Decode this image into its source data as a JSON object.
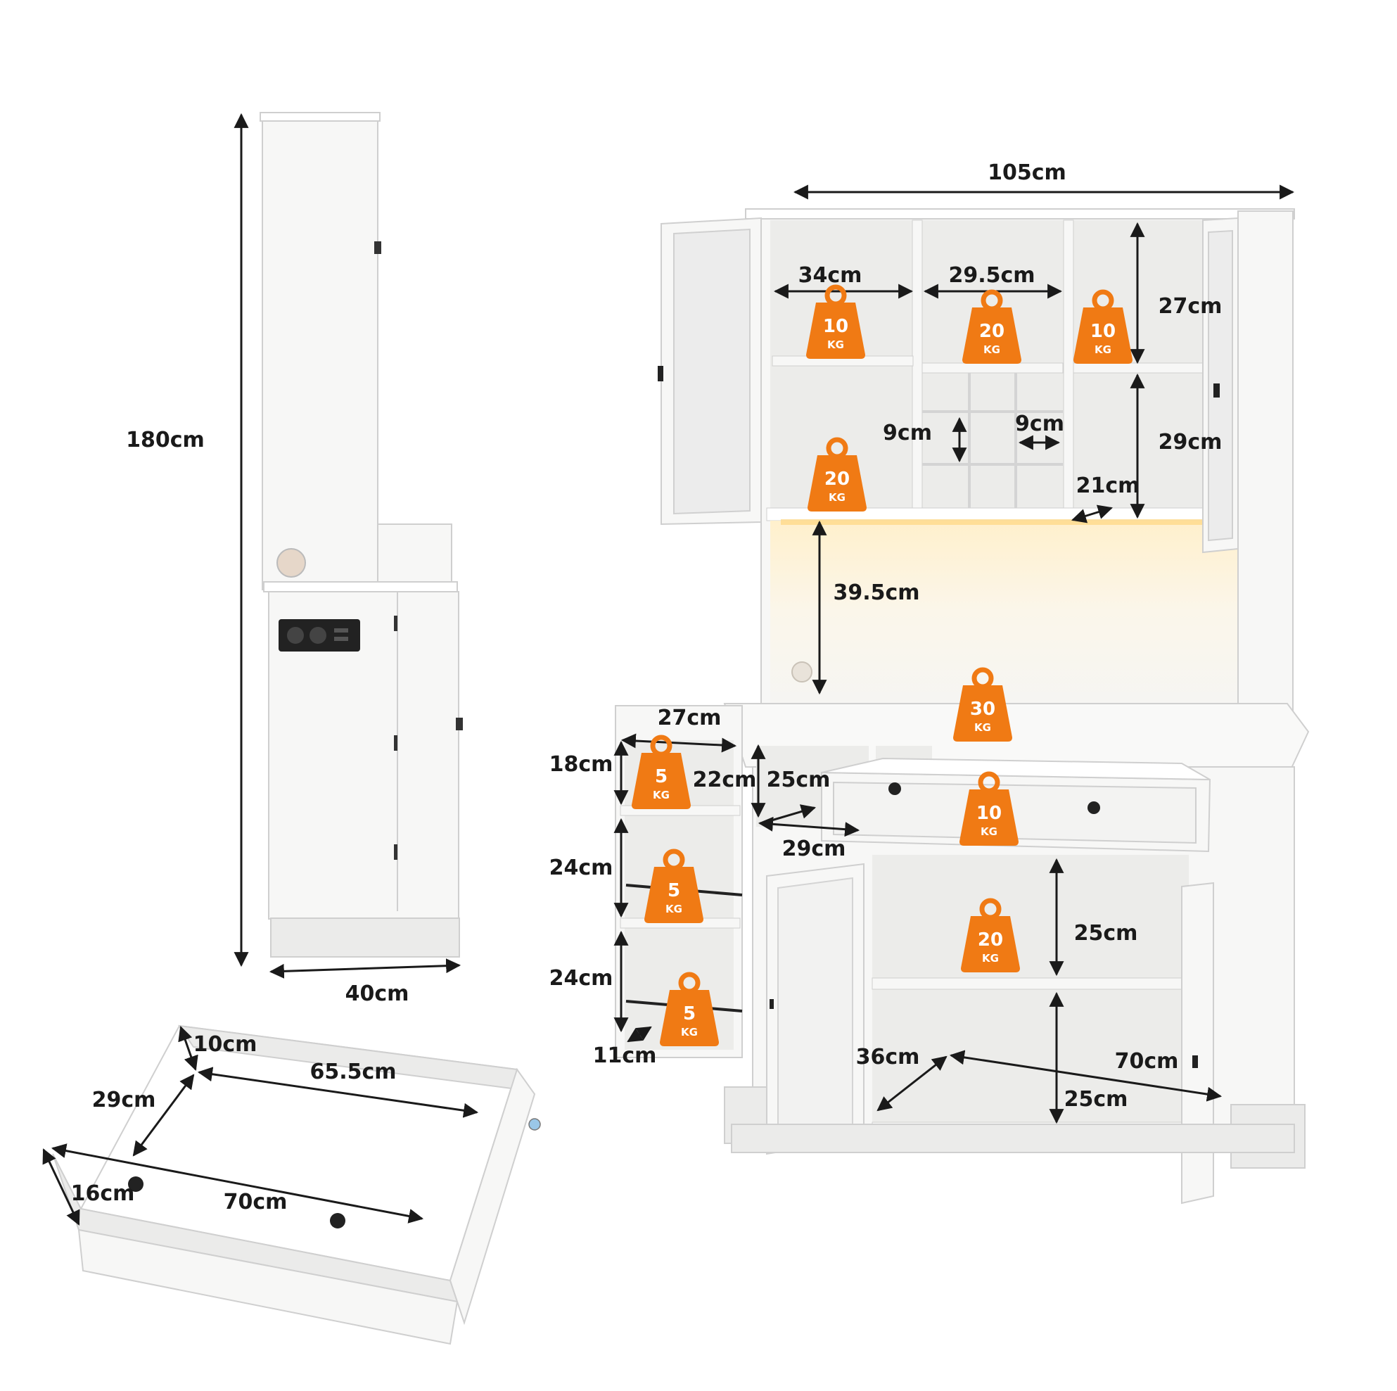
{
  "side_view": {
    "height": "180cm",
    "depth": "40cm"
  },
  "front_view": {
    "width": "105cm",
    "upper_cabinet": {
      "left_width": "34cm",
      "middle_width": "29.5cm",
      "right_top_height": "27cm",
      "right_bottom_height": "29cm",
      "cube_height": "9cm",
      "cube_width": "9cm",
      "rack_depth": "21cm",
      "weights": [
        {
          "num": "10",
          "unit": "KG"
        },
        {
          "num": "20",
          "unit": "KG"
        },
        {
          "num": "10",
          "unit": "KG"
        },
        {
          "num": "20",
          "unit": "KG"
        }
      ]
    },
    "open_space": {
      "height": "39.5cm",
      "weight": {
        "num": "30",
        "unit": "KG"
      }
    },
    "side_shelves": {
      "width": "27cm",
      "heights": [
        "18cm",
        "24cm",
        "24cm"
      ],
      "inner_depth": "22cm",
      "depth": "11cm",
      "weights": [
        {
          "num": "5",
          "unit": "KG"
        },
        {
          "num": "5",
          "unit": "KG"
        },
        {
          "num": "5",
          "unit": "KG"
        }
      ]
    },
    "drawer_cavity": {
      "height": "25cm",
      "depth": "29cm",
      "weight": {
        "num": "10",
        "unit": "KG"
      }
    },
    "lower_cabinet": {
      "upper_height": "25cm",
      "lower_height": "25cm",
      "depth": "36cm",
      "width": "70cm",
      "weight": {
        "num": "20",
        "unit": "KG"
      }
    }
  },
  "drawer_detail": {
    "inner_height": "10cm",
    "inner_width": "65.5cm",
    "inner_depth": "29cm",
    "outer_height": "16cm",
    "outer_width": "70cm"
  },
  "colors": {
    "weight_badge": "#f07a14",
    "cabinet_white": "#f7f7f6",
    "dimension_line": "#1a1a1a",
    "led_glow": "#fff3d6"
  }
}
